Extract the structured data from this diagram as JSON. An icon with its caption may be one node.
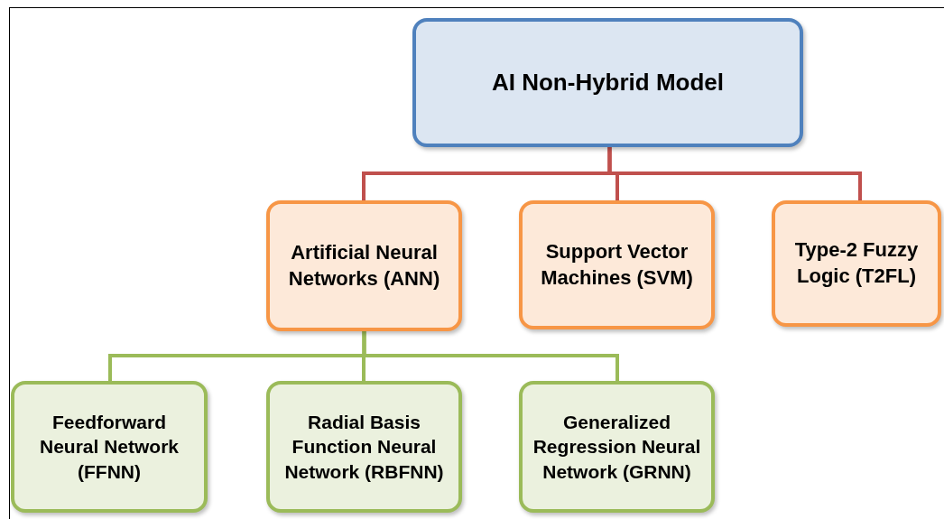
{
  "diagram": {
    "nodes": [
      {
        "text": [
          "AI Non-Hybrid Model"
        ]
      },
      {
        "text": [
          "Artificial Neural Networks (ANN)"
        ]
      },
      {
        "text": [
          "Support Vector Machines (SVM)"
        ]
      },
      {
        "text": [
          "Type-2 Fuzzy Logic (T2FL)"
        ]
      },
      {
        "text": [
          "Feedforward Neural Network (FFNN)"
        ]
      },
      {
        "text": [
          "Radial Basis Function Neural Network (RBFNN)"
        ]
      },
      {
        "text": [
          "Generalized Regression Neural Network (GRNN)"
        ]
      }
    ],
    "edges": [
      {
        "from": 0,
        "to": 1,
        "arrow": "none",
        "color": "#c0504d"
      },
      {
        "from": 0,
        "to": 2,
        "arrow": "none",
        "color": "#c0504d"
      },
      {
        "from": 0,
        "to": 3,
        "arrow": "none",
        "color": "#c0504d"
      },
      {
        "from": 1,
        "to": 4,
        "arrow": "none",
        "color": "#9bbb59"
      },
      {
        "from": 1,
        "to": 5,
        "arrow": "none",
        "color": "#9bbb59"
      },
      {
        "from": 1,
        "to": 6,
        "arrow": "none",
        "color": "#9bbb59"
      }
    ]
  }
}
